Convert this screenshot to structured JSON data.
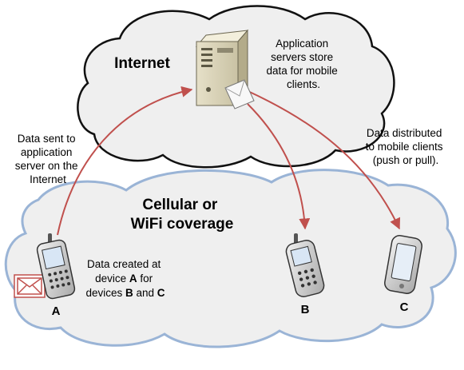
{
  "internet": {
    "title": "Internet",
    "server_note": [
      "Application",
      "servers store",
      "data for mobile",
      "clients."
    ]
  },
  "coverage": {
    "title": [
      "Cellular or",
      "WiFi coverage"
    ]
  },
  "annotations": {
    "sent": [
      "Data sent to",
      "application",
      "server on the",
      "Internet"
    ],
    "distributed": [
      "Data distributed",
      "to mobile clients",
      "(push or pull)."
    ],
    "created": {
      "line1": "Data created at",
      "line2_pre": "device ",
      "line2_bold": "A",
      "line2_post": " for",
      "line3_pre": "devices ",
      "line3_b1": "B",
      "line3_mid": " and ",
      "line3_b2": "C"
    }
  },
  "devices": {
    "a": "A",
    "b": "B",
    "c": "C"
  },
  "icons": [
    "server-icon",
    "envelope-icon",
    "phone-a-icon",
    "phone-b-icon",
    "phone-c-icon",
    "mail-icon"
  ],
  "colors": {
    "cloud_fill": "#efefef",
    "internet_outline": "#111111",
    "coverage_outline": "#9ab4d6",
    "arrow": "#c0504d"
  }
}
